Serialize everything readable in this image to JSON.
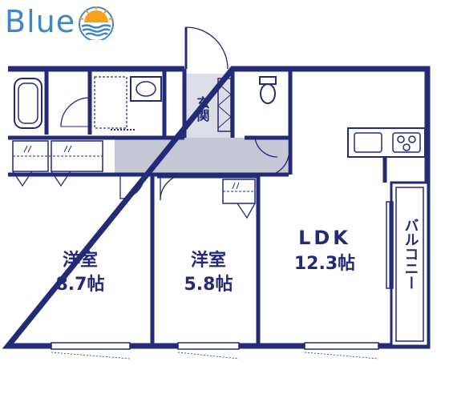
{
  "brand": {
    "logo_text": "Blue",
    "accent_color": "#3f86c6",
    "sun_color": "#f5a21b",
    "wave_color": "#3f86c6"
  },
  "plan": {
    "wall_color": "#232a76",
    "corridor_color": "#c5c7d4",
    "rooms": {
      "western1": {
        "name": "洋室",
        "size": "8.7帖"
      },
      "western2": {
        "name": "洋室",
        "size": "5.8帖"
      },
      "ldk": {
        "name": "LDK",
        "size": "12.3帖"
      },
      "entrance": {
        "name": "玄関"
      },
      "balcony": {
        "name": "バルコニー"
      }
    }
  }
}
